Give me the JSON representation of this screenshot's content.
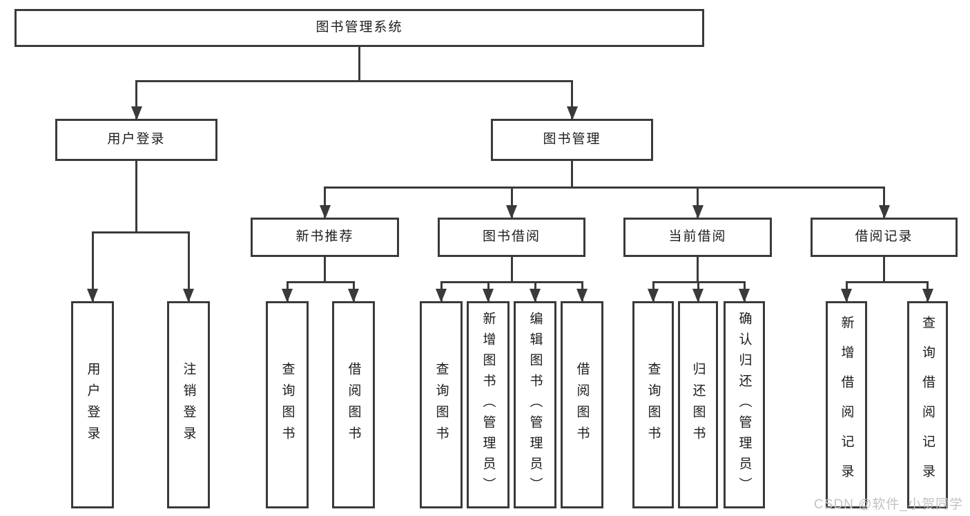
{
  "watermark": "CSDN @软件_小贺同学",
  "colors": {
    "line": "#3a3a3a",
    "border": "#3a3a3a",
    "text": "#1c1c1c",
    "watermark": "#c2c2c2",
    "background": "#ffffff"
  },
  "diagram": {
    "title": "图书管理系统",
    "nodes": [
      {
        "id": "root",
        "label": "图书管理系统",
        "level": 1
      },
      {
        "id": "user-login",
        "label": "用户登录",
        "level": 2
      },
      {
        "id": "book-management",
        "label": "图书管理",
        "level": 2
      },
      {
        "id": "new-book-recommend",
        "label": "新书推荐",
        "level": 3
      },
      {
        "id": "book-borrow",
        "label": "图书借阅",
        "level": 3
      },
      {
        "id": "current-borrow",
        "label": "当前借阅",
        "level": 3
      },
      {
        "id": "borrow-records",
        "label": "借阅记录",
        "level": 3
      },
      {
        "id": "login",
        "label": "用户登录",
        "level": 4
      },
      {
        "id": "logout",
        "label": "注销登录",
        "level": 4
      },
      {
        "id": "nb-query-book",
        "label": "查询图书",
        "level": 4
      },
      {
        "id": "nb-borrow-book",
        "label": "借阅图书",
        "level": 4
      },
      {
        "id": "bb-query-book",
        "label": "查询图书",
        "level": 4
      },
      {
        "id": "bb-add-book",
        "label": "新增图书（管理员）",
        "level": 4
      },
      {
        "id": "bb-edit-book",
        "label": "编辑图书（管理员）",
        "level": 4
      },
      {
        "id": "bb-borrow-book",
        "label": "借阅图书",
        "level": 4
      },
      {
        "id": "cb-query-book",
        "label": "查询图书",
        "level": 4
      },
      {
        "id": "cb-return-book",
        "label": "归还图书",
        "level": 4
      },
      {
        "id": "cb-confirm-return",
        "label": "确认归还（管理员）",
        "level": 4
      },
      {
        "id": "br-add-record",
        "label": "新增借阅记录",
        "level": 4
      },
      {
        "id": "br-query-record",
        "label": "查询借阅记录",
        "level": 4
      }
    ],
    "edges": [
      {
        "from": "root",
        "to": "user-login"
      },
      {
        "from": "root",
        "to": "book-management"
      },
      {
        "from": "user-login",
        "to": "login"
      },
      {
        "from": "user-login",
        "to": "logout"
      },
      {
        "from": "book-management",
        "to": "new-book-recommend"
      },
      {
        "from": "book-management",
        "to": "book-borrow"
      },
      {
        "from": "book-management",
        "to": "current-borrow"
      },
      {
        "from": "book-management",
        "to": "borrow-records"
      },
      {
        "from": "new-book-recommend",
        "to": "nb-query-book"
      },
      {
        "from": "new-book-recommend",
        "to": "nb-borrow-book"
      },
      {
        "from": "book-borrow",
        "to": "bb-query-book"
      },
      {
        "from": "book-borrow",
        "to": "bb-add-book"
      },
      {
        "from": "book-borrow",
        "to": "bb-edit-book"
      },
      {
        "from": "book-borrow",
        "to": "bb-borrow-book"
      },
      {
        "from": "current-borrow",
        "to": "cb-query-book"
      },
      {
        "from": "current-borrow",
        "to": "cb-return-book"
      },
      {
        "from": "current-borrow",
        "to": "cb-confirm-return"
      },
      {
        "from": "borrow-records",
        "to": "br-add-record"
      },
      {
        "from": "borrow-records",
        "to": "br-query-record"
      }
    ]
  }
}
